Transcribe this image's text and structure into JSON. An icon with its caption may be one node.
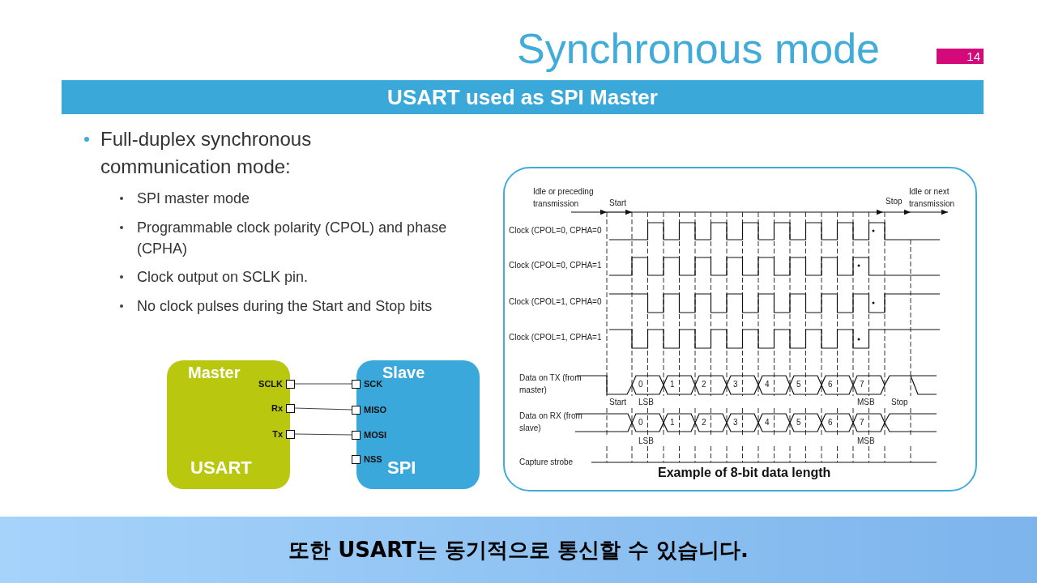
{
  "diagram": {
    "title": "Synchronous mode",
    "caption": "또한 USART는 동기적으로 통신할 수 있습니다.",
    "nodes": [
      {
        "text": [
          "Master",
          "USART"
        ]
      },
      {
        "text": [
          "SCLK"
        ],
        "in": 0
      },
      {
        "text": [
          "Rx"
        ],
        "in": 0
      },
      {
        "text": [
          "Tx"
        ],
        "in": 0
      },
      {
        "text": [
          "Slave",
          "SPI"
        ]
      },
      {
        "text": [
          "SCK"
        ],
        "in": 4
      },
      {
        "text": [
          "MISO"
        ],
        "in": 4
      },
      {
        "text": [
          "MOSI"
        ],
        "in": 4
      },
      {
        "text": [
          "NSS"
        ],
        "in": 4
      }
    ],
    "edges": [
      {
        "from": 1,
        "to": 5,
        "arrow": "none"
      },
      {
        "from": 2,
        "to": 6,
        "arrow": "none"
      },
      {
        "from": 3,
        "to": 7,
        "arrow": "none"
      }
    ],
    "labels": [
      "USART used as SPI Master",
      "14",
      "Full-duplex synchronous communication mode:",
      "SPI master mode",
      "Programmable clock polarity (CPOL) and phase (CPHA)",
      "Clock output on SCLK pin.",
      "No clock pulses during the Start and Stop bits",
      "Idle or preceding transmission",
      "Start",
      "Stop",
      "Idle or next transmission",
      "Clock (CPOL=0, CPHA=0",
      "Clock (CPOL=0, CPHA=1",
      "Clock (CPOL=1, CPHA=0",
      "Clock (CPOL=1, CPHA=1",
      "Data on TX (from master)",
      "0",
      "1",
      "2",
      "3",
      "4",
      "5",
      "6",
      "7",
      "Start",
      "LSB",
      "MSB",
      "Stop",
      "Data on RX (from slave)",
      "0",
      "1",
      "2",
      "3",
      "4",
      "5",
      "6",
      "7",
      "LSB",
      "MSB",
      "Capture strobe",
      "Example of 8-bit data length"
    ]
  }
}
